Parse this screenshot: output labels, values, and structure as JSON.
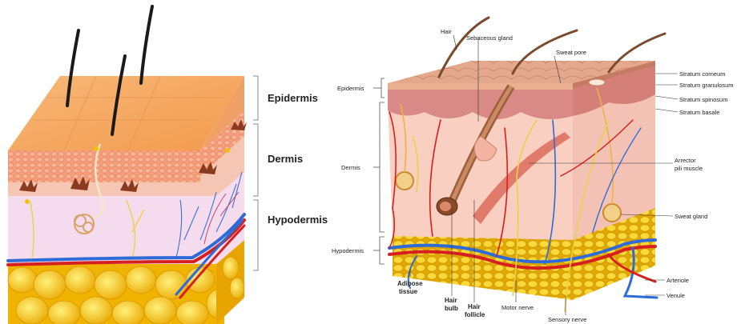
{
  "left_panel": {
    "layers": [
      "Epidermis",
      "Dermis",
      "Hypodermis"
    ]
  },
  "right_panel": {
    "top_labels": {
      "hair": "Hair",
      "sebaceous_gland": "Sebaceous gland",
      "sweat_pore": "Sweat pore"
    },
    "left_labels": {
      "epidermis": "Epidermis",
      "dermis": "Dermis",
      "hypodermis": "Hypodermis"
    },
    "right_labels": {
      "stratum_corneum": "Stratum corneum",
      "stratum_granulosum": "Stratum granulosum",
      "stratum_spinosum": "Stratum spinosum",
      "stratum_basale": "Stratum basale",
      "arrector_line1": "Arrector",
      "arrector_line2": "pili muscle",
      "sweat_gland": "Sweat gland",
      "arteriole": "Arteriole",
      "venule": "Venule"
    },
    "bottom_labels": {
      "adipose_line1": "Adipose",
      "adipose_line2": "tissue",
      "hair_bulb_line1": "Hair",
      "hair_bulb_line2": "bulb",
      "hair_follicle_line1": "Hair",
      "hair_follicle_line2": "follicle",
      "motor_nerve": "Motor nerve",
      "sensory_nerve": "Sensory nerve"
    }
  },
  "colors": {
    "epidermis": "#f3a55f",
    "dermis": "#f7c8b0",
    "hypodermis": "#f2e0ee",
    "fat": "#f5c20f",
    "artery": "#d62020",
    "vein": "#2f6bd6",
    "nerve": "#e8d24a"
  }
}
